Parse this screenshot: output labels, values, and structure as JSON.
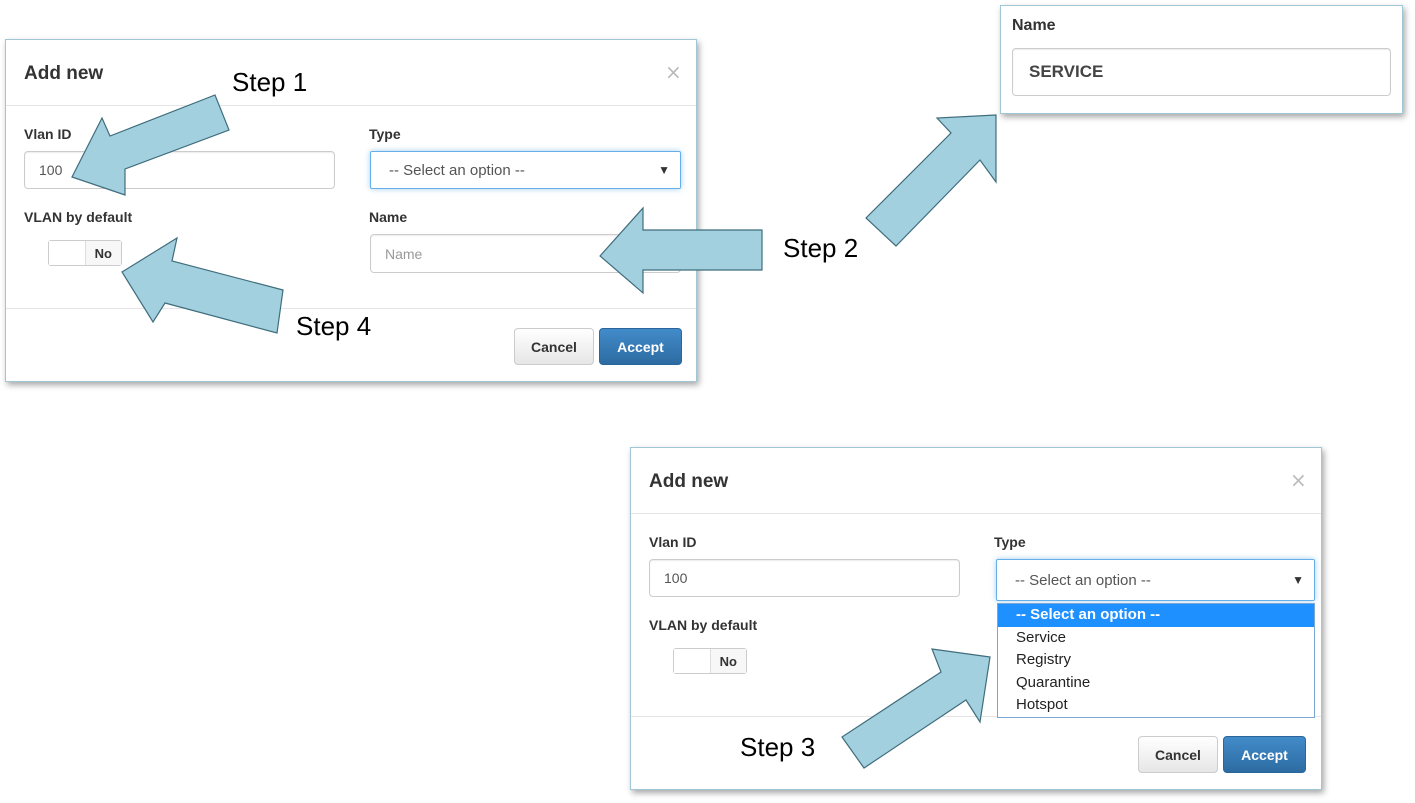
{
  "dialog": {
    "title": "Add new",
    "close_glyph": "×",
    "vlan_id_label": "Vlan ID",
    "vlan_id_value": "100",
    "type_label": "Type",
    "type_value": "-- Select an option --",
    "vlan_default_label": "VLAN by default",
    "toggle_value": "No",
    "name_label": "Name",
    "name_placeholder": "Name",
    "cancel_label": "Cancel",
    "accept_label": "Accept"
  },
  "name_panel": {
    "label": "Name",
    "value": "SERVICE"
  },
  "type_options": [
    "-- Select an option --",
    "Service",
    "Registry",
    "Quarantine",
    "Hotspot"
  ],
  "steps": {
    "step1": "Step 1",
    "step2": "Step 2",
    "step3": "Step 3",
    "step4": "Step 4"
  },
  "colors": {
    "arrow_fill": "#a3d0de",
    "arrow_stroke": "#3f6d7d",
    "accept": "#337ab7",
    "dropdown_selected": "#1e90ff"
  }
}
